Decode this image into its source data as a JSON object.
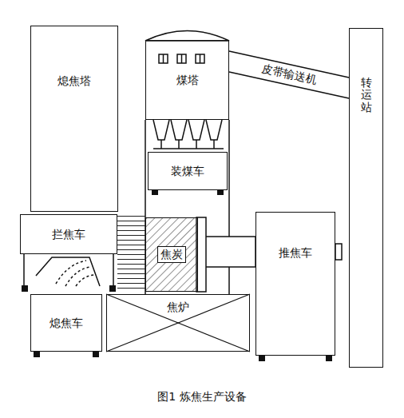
{
  "diagram": {
    "caption": "图1 炼焦生产设备",
    "nodes": [
      {
        "text": [
          "熄焦塔"
        ]
      },
      {
        "text": [
          "煤塔"
        ]
      },
      {
        "text": [
          "装煤车"
        ]
      },
      {
        "text": [
          "转运站"
        ]
      },
      {
        "text": [
          "拦焦车"
        ]
      },
      {
        "text": [
          "焦炭"
        ]
      },
      {
        "text": [
          "推焦车"
        ]
      },
      {
        "text": [
          "熄焦车"
        ]
      },
      {
        "text": [
          "焦炉"
        ]
      }
    ],
    "edges": [
      {
        "from": 3,
        "to": 1,
        "arrow": "none",
        "label": "皮带输送机"
      }
    ]
  }
}
